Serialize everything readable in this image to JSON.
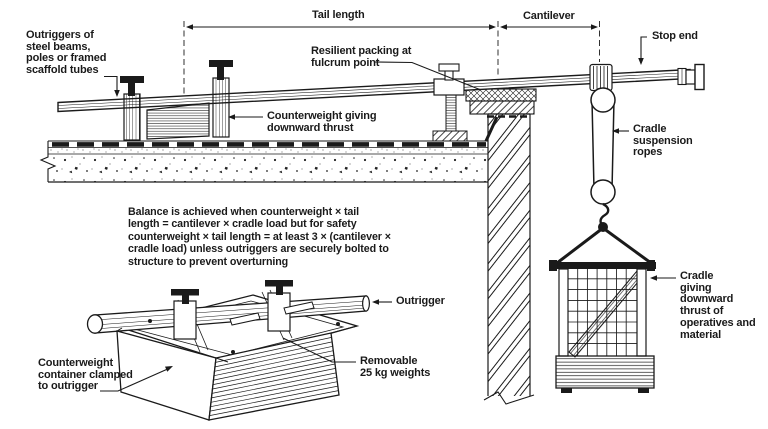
{
  "figure": {
    "type": "technical-diagram",
    "subject": "Counterweighted outrigger scaffold with suspended cradle",
    "colors": {
      "ink": "#1a1a1a",
      "paper": "#ffffff"
    },
    "labels": {
      "outriggers": "Outriggers of\nsteel beams,\npoles or framed\nscaffold tubes",
      "tail_length": "Tail length",
      "cantilever": "Cantilever",
      "resilient_packing": "Resilient packing at\nfulcrum point",
      "stop_end": "Stop end",
      "counterweight_thrust": "Counterweight giving\ndownward thrust",
      "cradle_ropes": "Cradle\nsuspension\nropes",
      "balance_note": "Balance is achieved when counterweight × tail\nlength = cantilever × cradle load but for safety\ncounterweight × tail length = at least 3 × (cantilever ×\ncradle load) unless outriggers are securely bolted to\nstructure to prevent overturning",
      "counterweight_container": "Counterweight\ncontainer clamped\nto outrigger",
      "outrigger": "Outrigger",
      "removable_weights": "Removable\n25 kg weights",
      "cradle_thrust": "Cradle\ngiving\ndownward\nthrust of\noperatives and\nmaterial"
    }
  }
}
